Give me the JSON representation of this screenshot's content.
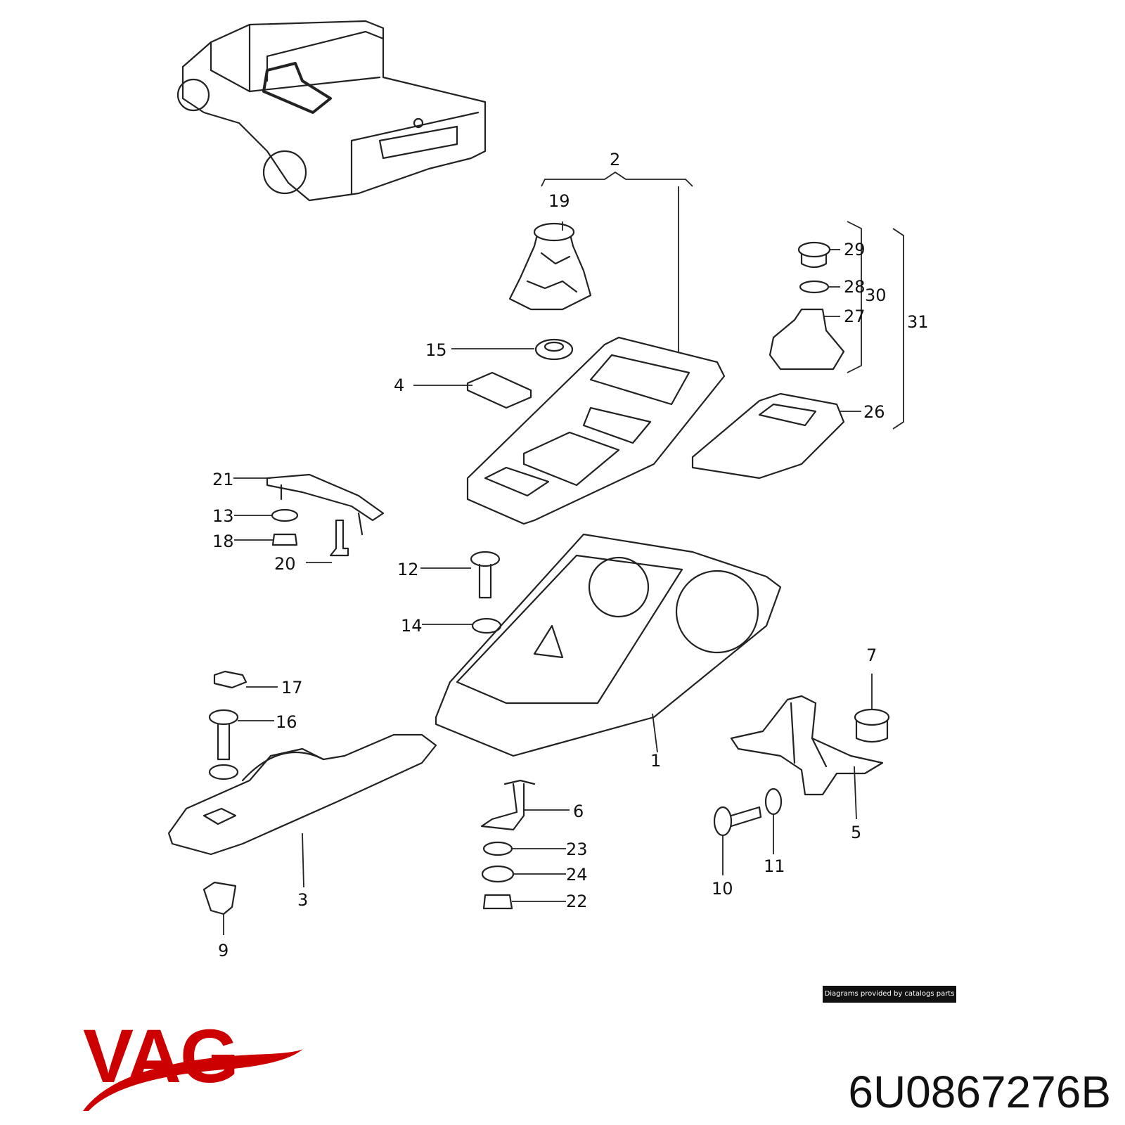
{
  "diagram": {
    "callouts": [
      {
        "id": "1",
        "text": "1"
      },
      {
        "id": "2",
        "text": "2"
      },
      {
        "id": "3",
        "text": "3"
      },
      {
        "id": "4",
        "text": "4"
      },
      {
        "id": "5",
        "text": "5"
      },
      {
        "id": "6",
        "text": "6"
      },
      {
        "id": "7",
        "text": "7"
      },
      {
        "id": "9",
        "text": "9"
      },
      {
        "id": "10",
        "text": "10"
      },
      {
        "id": "11",
        "text": "11"
      },
      {
        "id": "12",
        "text": "12"
      },
      {
        "id": "13",
        "text": "13"
      },
      {
        "id": "14",
        "text": "14"
      },
      {
        "id": "15",
        "text": "15"
      },
      {
        "id": "16",
        "text": "16"
      },
      {
        "id": "17",
        "text": "17"
      },
      {
        "id": "18",
        "text": "18"
      },
      {
        "id": "19",
        "text": "19"
      },
      {
        "id": "20",
        "text": "20"
      },
      {
        "id": "21",
        "text": "21"
      },
      {
        "id": "22",
        "text": "22"
      },
      {
        "id": "23",
        "text": "23"
      },
      {
        "id": "24",
        "text": "24"
      },
      {
        "id": "26",
        "text": "26"
      },
      {
        "id": "27",
        "text": "27"
      },
      {
        "id": "28",
        "text": "28"
      },
      {
        "id": "29",
        "text": "29"
      },
      {
        "id": "30",
        "text": "30"
      },
      {
        "id": "31",
        "text": "31"
      }
    ]
  },
  "credit": "Diagrams provided by catalogs parts",
  "brand": {
    "name": "VAG",
    "color": "#cc0000"
  },
  "part_number": "6U0867276B"
}
